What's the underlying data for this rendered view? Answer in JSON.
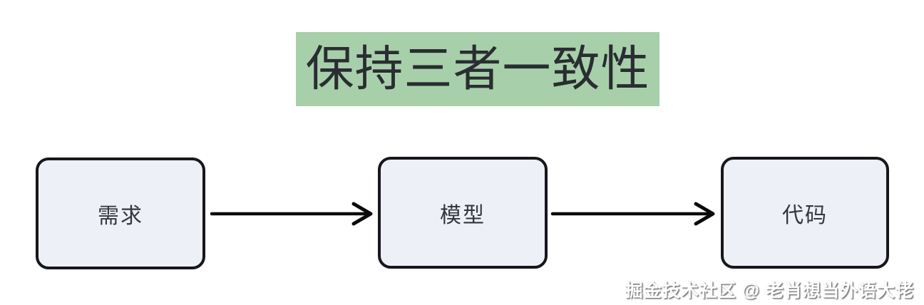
{
  "title": {
    "text": "保持三者一致性",
    "background": "#a7d0aa",
    "text_color": "#2a2d32"
  },
  "nodes": [
    {
      "id": "requirements",
      "label": "需求"
    },
    {
      "id": "model",
      "label": "模型"
    },
    {
      "id": "code",
      "label": "代码"
    }
  ],
  "arrows": [
    {
      "from": "需求",
      "to": "模型",
      "direction": "right"
    },
    {
      "from": "模型",
      "to": "代码",
      "direction": "right"
    }
  ],
  "watermark": {
    "text": "掘金技术社区 @ 老肖想当外语大佬"
  },
  "colors": {
    "node_fill": "#eef0f8",
    "node_border": "#17171b",
    "arrow": "#0a0a0a",
    "canvas": "#ffffff"
  }
}
